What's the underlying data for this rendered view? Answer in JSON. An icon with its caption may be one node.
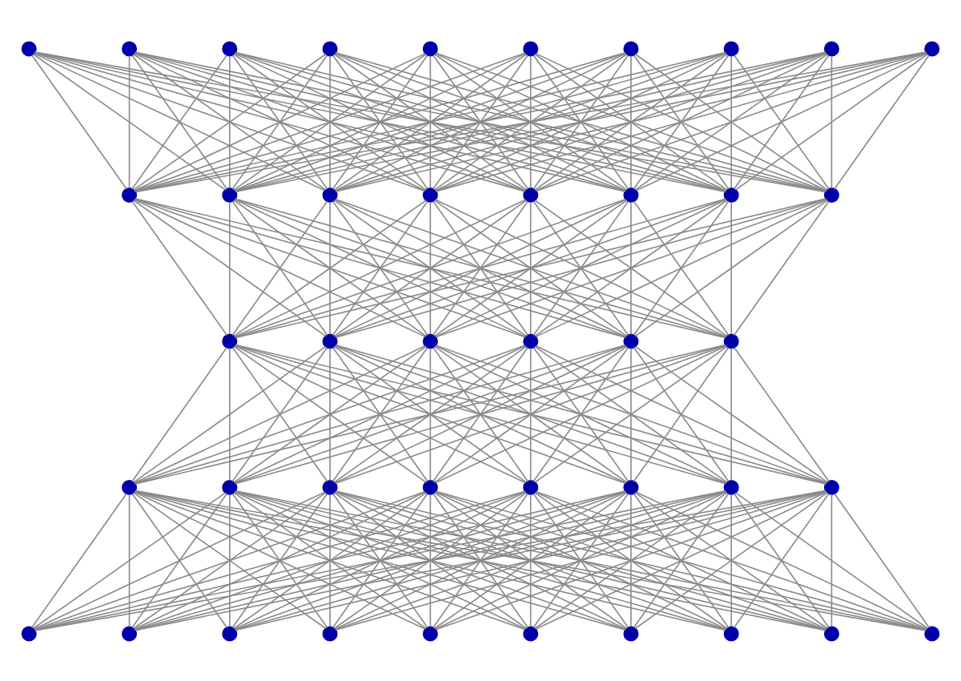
{
  "diagram": {
    "nodes": [
      {
        "text": [],
        "shape": "circle"
      },
      {
        "text": [],
        "shape": "circle"
      },
      {
        "text": [],
        "shape": "circle"
      },
      {
        "text": [],
        "shape": "circle"
      },
      {
        "text": [],
        "shape": "circle"
      },
      {
        "text": [],
        "shape": "circle"
      },
      {
        "text": [],
        "shape": "circle"
      },
      {
        "text": [],
        "shape": "circle"
      },
      {
        "text": [],
        "shape": "circle"
      },
      {
        "text": [],
        "shape": "circle"
      },
      {
        "text": [],
        "shape": "circle"
      },
      {
        "text": [],
        "shape": "circle"
      },
      {
        "text": [],
        "shape": "circle"
      },
      {
        "text": [],
        "shape": "circle"
      },
      {
        "text": [],
        "shape": "circle"
      },
      {
        "text": [],
        "shape": "circle"
      },
      {
        "text": [],
        "shape": "circle"
      },
      {
        "text": [],
        "shape": "circle"
      },
      {
        "text": [],
        "shape": "circle"
      },
      {
        "text": [],
        "shape": "circle"
      },
      {
        "text": [],
        "shape": "circle"
      },
      {
        "text": [],
        "shape": "circle"
      },
      {
        "text": [],
        "shape": "circle"
      },
      {
        "text": [],
        "shape": "circle"
      },
      {
        "text": [],
        "shape": "circle"
      },
      {
        "text": [],
        "shape": "circle"
      },
      {
        "text": [],
        "shape": "circle"
      },
      {
        "text": [],
        "shape": "circle"
      },
      {
        "text": [],
        "shape": "circle"
      },
      {
        "text": [],
        "shape": "circle"
      },
      {
        "text": [],
        "shape": "circle"
      },
      {
        "text": [],
        "shape": "circle"
      },
      {
        "text": [],
        "shape": "circle"
      },
      {
        "text": [],
        "shape": "circle"
      },
      {
        "text": [],
        "shape": "circle"
      },
      {
        "text": [],
        "shape": "circle"
      },
      {
        "text": [],
        "shape": "circle"
      },
      {
        "text": [],
        "shape": "circle"
      },
      {
        "text": [],
        "shape": "circle"
      },
      {
        "text": [],
        "shape": "circle"
      },
      {
        "text": [],
        "shape": "circle"
      },
      {
        "text": [],
        "shape": "circle"
      }
    ],
    "edges": [
      {
        "from": 0,
        "to": 10,
        "arrow": "none"
      },
      {
        "from": 0,
        "to": 11,
        "arrow": "none"
      },
      {
        "from": 0,
        "to": 12,
        "arrow": "none"
      },
      {
        "from": 0,
        "to": 13,
        "arrow": "none"
      },
      {
        "from": 0,
        "to": 14,
        "arrow": "none"
      },
      {
        "from": 0,
        "to": 15,
        "arrow": "none"
      },
      {
        "from": 0,
        "to": 16,
        "arrow": "none"
      },
      {
        "from": 0,
        "to": 17,
        "arrow": "none"
      },
      {
        "from": 1,
        "to": 10,
        "arrow": "none"
      },
      {
        "from": 1,
        "to": 11,
        "arrow": "none"
      },
      {
        "from": 1,
        "to": 12,
        "arrow": "none"
      },
      {
        "from": 1,
        "to": 13,
        "arrow": "none"
      },
      {
        "from": 1,
        "to": 14,
        "arrow": "none"
      },
      {
        "from": 1,
        "to": 15,
        "arrow": "none"
      },
      {
        "from": 1,
        "to": 16,
        "arrow": "none"
      },
      {
        "from": 1,
        "to": 17,
        "arrow": "none"
      },
      {
        "from": 2,
        "to": 10,
        "arrow": "none"
      },
      {
        "from": 2,
        "to": 11,
        "arrow": "none"
      },
      {
        "from": 2,
        "to": 12,
        "arrow": "none"
      },
      {
        "from": 2,
        "to": 13,
        "arrow": "none"
      },
      {
        "from": 2,
        "to": 14,
        "arrow": "none"
      },
      {
        "from": 2,
        "to": 15,
        "arrow": "none"
      },
      {
        "from": 2,
        "to": 16,
        "arrow": "none"
      },
      {
        "from": 2,
        "to": 17,
        "arrow": "none"
      },
      {
        "from": 3,
        "to": 10,
        "arrow": "none"
      },
      {
        "from": 3,
        "to": 11,
        "arrow": "none"
      },
      {
        "from": 3,
        "to": 12,
        "arrow": "none"
      },
      {
        "from": 3,
        "to": 13,
        "arrow": "none"
      },
      {
        "from": 3,
        "to": 14,
        "arrow": "none"
      },
      {
        "from": 3,
        "to": 15,
        "arrow": "none"
      },
      {
        "from": 3,
        "to": 16,
        "arrow": "none"
      },
      {
        "from": 3,
        "to": 17,
        "arrow": "none"
      },
      {
        "from": 4,
        "to": 10,
        "arrow": "none"
      },
      {
        "from": 4,
        "to": 11,
        "arrow": "none"
      },
      {
        "from": 4,
        "to": 12,
        "arrow": "none"
      },
      {
        "from": 4,
        "to": 13,
        "arrow": "none"
      },
      {
        "from": 4,
        "to": 14,
        "arrow": "none"
      },
      {
        "from": 4,
        "to": 15,
        "arrow": "none"
      },
      {
        "from": 4,
        "to": 16,
        "arrow": "none"
      },
      {
        "from": 4,
        "to": 17,
        "arrow": "none"
      },
      {
        "from": 5,
        "to": 10,
        "arrow": "none"
      },
      {
        "from": 5,
        "to": 11,
        "arrow": "none"
      },
      {
        "from": 5,
        "to": 12,
        "arrow": "none"
      },
      {
        "from": 5,
        "to": 13,
        "arrow": "none"
      },
      {
        "from": 5,
        "to": 14,
        "arrow": "none"
      },
      {
        "from": 5,
        "to": 15,
        "arrow": "none"
      },
      {
        "from": 5,
        "to": 16,
        "arrow": "none"
      },
      {
        "from": 5,
        "to": 17,
        "arrow": "none"
      },
      {
        "from": 6,
        "to": 10,
        "arrow": "none"
      },
      {
        "from": 6,
        "to": 11,
        "arrow": "none"
      },
      {
        "from": 6,
        "to": 12,
        "arrow": "none"
      },
      {
        "from": 6,
        "to": 13,
        "arrow": "none"
      },
      {
        "from": 6,
        "to": 14,
        "arrow": "none"
      },
      {
        "from": 6,
        "to": 15,
        "arrow": "none"
      },
      {
        "from": 6,
        "to": 16,
        "arrow": "none"
      },
      {
        "from": 6,
        "to": 17,
        "arrow": "none"
      },
      {
        "from": 7,
        "to": 10,
        "arrow": "none"
      },
      {
        "from": 7,
        "to": 11,
        "arrow": "none"
      },
      {
        "from": 7,
        "to": 12,
        "arrow": "none"
      },
      {
        "from": 7,
        "to": 13,
        "arrow": "none"
      },
      {
        "from": 7,
        "to": 14,
        "arrow": "none"
      },
      {
        "from": 7,
        "to": 15,
        "arrow": "none"
      },
      {
        "from": 7,
        "to": 16,
        "arrow": "none"
      },
      {
        "from": 7,
        "to": 17,
        "arrow": "none"
      },
      {
        "from": 8,
        "to": 10,
        "arrow": "none"
      },
      {
        "from": 8,
        "to": 11,
        "arrow": "none"
      },
      {
        "from": 8,
        "to": 12,
        "arrow": "none"
      },
      {
        "from": 8,
        "to": 13,
        "arrow": "none"
      },
      {
        "from": 8,
        "to": 14,
        "arrow": "none"
      },
      {
        "from": 8,
        "to": 15,
        "arrow": "none"
      },
      {
        "from": 8,
        "to": 16,
        "arrow": "none"
      },
      {
        "from": 8,
        "to": 17,
        "arrow": "none"
      },
      {
        "from": 9,
        "to": 10,
        "arrow": "none"
      },
      {
        "from": 9,
        "to": 11,
        "arrow": "none"
      },
      {
        "from": 9,
        "to": 12,
        "arrow": "none"
      },
      {
        "from": 9,
        "to": 13,
        "arrow": "none"
      },
      {
        "from": 9,
        "to": 14,
        "arrow": "none"
      },
      {
        "from": 9,
        "to": 15,
        "arrow": "none"
      },
      {
        "from": 9,
        "to": 16,
        "arrow": "none"
      },
      {
        "from": 9,
        "to": 17,
        "arrow": "none"
      },
      {
        "from": 10,
        "to": 18,
        "arrow": "none"
      },
      {
        "from": 10,
        "to": 19,
        "arrow": "none"
      },
      {
        "from": 10,
        "to": 20,
        "arrow": "none"
      },
      {
        "from": 10,
        "to": 21,
        "arrow": "none"
      },
      {
        "from": 10,
        "to": 22,
        "arrow": "none"
      },
      {
        "from": 10,
        "to": 23,
        "arrow": "none"
      },
      {
        "from": 11,
        "to": 18,
        "arrow": "none"
      },
      {
        "from": 11,
        "to": 19,
        "arrow": "none"
      },
      {
        "from": 11,
        "to": 20,
        "arrow": "none"
      },
      {
        "from": 11,
        "to": 21,
        "arrow": "none"
      },
      {
        "from": 11,
        "to": 22,
        "arrow": "none"
      },
      {
        "from": 11,
        "to": 23,
        "arrow": "none"
      },
      {
        "from": 12,
        "to": 18,
        "arrow": "none"
      },
      {
        "from": 12,
        "to": 19,
        "arrow": "none"
      },
      {
        "from": 12,
        "to": 20,
        "arrow": "none"
      },
      {
        "from": 12,
        "to": 21,
        "arrow": "none"
      },
      {
        "from": 12,
        "to": 22,
        "arrow": "none"
      },
      {
        "from": 12,
        "to": 23,
        "arrow": "none"
      },
      {
        "from": 13,
        "to": 18,
        "arrow": "none"
      },
      {
        "from": 13,
        "to": 19,
        "arrow": "none"
      },
      {
        "from": 13,
        "to": 20,
        "arrow": "none"
      },
      {
        "from": 13,
        "to": 21,
        "arrow": "none"
      },
      {
        "from": 13,
        "to": 22,
        "arrow": "none"
      },
      {
        "from": 13,
        "to": 23,
        "arrow": "none"
      },
      {
        "from": 14,
        "to": 18,
        "arrow": "none"
      },
      {
        "from": 14,
        "to": 19,
        "arrow": "none"
      },
      {
        "from": 14,
        "to": 20,
        "arrow": "none"
      },
      {
        "from": 14,
        "to": 21,
        "arrow": "none"
      },
      {
        "from": 14,
        "to": 22,
        "arrow": "none"
      },
      {
        "from": 14,
        "to": 23,
        "arrow": "none"
      },
      {
        "from": 15,
        "to": 18,
        "arrow": "none"
      },
      {
        "from": 15,
        "to": 19,
        "arrow": "none"
      },
      {
        "from": 15,
        "to": 20,
        "arrow": "none"
      },
      {
        "from": 15,
        "to": 21,
        "arrow": "none"
      },
      {
        "from": 15,
        "to": 22,
        "arrow": "none"
      },
      {
        "from": 15,
        "to": 23,
        "arrow": "none"
      },
      {
        "from": 16,
        "to": 18,
        "arrow": "none"
      },
      {
        "from": 16,
        "to": 19,
        "arrow": "none"
      },
      {
        "from": 16,
        "to": 20,
        "arrow": "none"
      },
      {
        "from": 16,
        "to": 21,
        "arrow": "none"
      },
      {
        "from": 16,
        "to": 22,
        "arrow": "none"
      },
      {
        "from": 16,
        "to": 23,
        "arrow": "none"
      },
      {
        "from": 17,
        "to": 18,
        "arrow": "none"
      },
      {
        "from": 17,
        "to": 19,
        "arrow": "none"
      },
      {
        "from": 17,
        "to": 20,
        "arrow": "none"
      },
      {
        "from": 17,
        "to": 21,
        "arrow": "none"
      },
      {
        "from": 17,
        "to": 22,
        "arrow": "none"
      },
      {
        "from": 17,
        "to": 23,
        "arrow": "none"
      },
      {
        "from": 18,
        "to": 24,
        "arrow": "none"
      },
      {
        "from": 18,
        "to": 25,
        "arrow": "none"
      },
      {
        "from": 18,
        "to": 26,
        "arrow": "none"
      },
      {
        "from": 18,
        "to": 27,
        "arrow": "none"
      },
      {
        "from": 18,
        "to": 28,
        "arrow": "none"
      },
      {
        "from": 18,
        "to": 29,
        "arrow": "none"
      },
      {
        "from": 18,
        "to": 30,
        "arrow": "none"
      },
      {
        "from": 18,
        "to": 31,
        "arrow": "none"
      },
      {
        "from": 19,
        "to": 24,
        "arrow": "none"
      },
      {
        "from": 19,
        "to": 25,
        "arrow": "none"
      },
      {
        "from": 19,
        "to": 26,
        "arrow": "none"
      },
      {
        "from": 19,
        "to": 27,
        "arrow": "none"
      },
      {
        "from": 19,
        "to": 28,
        "arrow": "none"
      },
      {
        "from": 19,
        "to": 29,
        "arrow": "none"
      },
      {
        "from": 19,
        "to": 30,
        "arrow": "none"
      },
      {
        "from": 19,
        "to": 31,
        "arrow": "none"
      },
      {
        "from": 20,
        "to": 24,
        "arrow": "none"
      },
      {
        "from": 20,
        "to": 25,
        "arrow": "none"
      },
      {
        "from": 20,
        "to": 26,
        "arrow": "none"
      },
      {
        "from": 20,
        "to": 27,
        "arrow": "none"
      },
      {
        "from": 20,
        "to": 28,
        "arrow": "none"
      },
      {
        "from": 20,
        "to": 29,
        "arrow": "none"
      },
      {
        "from": 20,
        "to": 30,
        "arrow": "none"
      },
      {
        "from": 20,
        "to": 31,
        "arrow": "none"
      },
      {
        "from": 21,
        "to": 24,
        "arrow": "none"
      },
      {
        "from": 21,
        "to": 25,
        "arrow": "none"
      },
      {
        "from": 21,
        "to": 26,
        "arrow": "none"
      },
      {
        "from": 21,
        "to": 27,
        "arrow": "none"
      },
      {
        "from": 21,
        "to": 28,
        "arrow": "none"
      },
      {
        "from": 21,
        "to": 29,
        "arrow": "none"
      },
      {
        "from": 21,
        "to": 30,
        "arrow": "none"
      },
      {
        "from": 21,
        "to": 31,
        "arrow": "none"
      },
      {
        "from": 22,
        "to": 24,
        "arrow": "none"
      },
      {
        "from": 22,
        "to": 25,
        "arrow": "none"
      },
      {
        "from": 22,
        "to": 26,
        "arrow": "none"
      },
      {
        "from": 22,
        "to": 27,
        "arrow": "none"
      },
      {
        "from": 22,
        "to": 28,
        "arrow": "none"
      },
      {
        "from": 22,
        "to": 29,
        "arrow": "none"
      },
      {
        "from": 22,
        "to": 30,
        "arrow": "none"
      },
      {
        "from": 22,
        "to": 31,
        "arrow": "none"
      },
      {
        "from": 23,
        "to": 24,
        "arrow": "none"
      },
      {
        "from": 23,
        "to": 25,
        "arrow": "none"
      },
      {
        "from": 23,
        "to": 26,
        "arrow": "none"
      },
      {
        "from": 23,
        "to": 27,
        "arrow": "none"
      },
      {
        "from": 23,
        "to": 28,
        "arrow": "none"
      },
      {
        "from": 23,
        "to": 29,
        "arrow": "none"
      },
      {
        "from": 23,
        "to": 30,
        "arrow": "none"
      },
      {
        "from": 23,
        "to": 31,
        "arrow": "none"
      },
      {
        "from": 24,
        "to": 32,
        "arrow": "none"
      },
      {
        "from": 24,
        "to": 33,
        "arrow": "none"
      },
      {
        "from": 24,
        "to": 34,
        "arrow": "none"
      },
      {
        "from": 24,
        "to": 35,
        "arrow": "none"
      },
      {
        "from": 24,
        "to": 36,
        "arrow": "none"
      },
      {
        "from": 24,
        "to": 37,
        "arrow": "none"
      },
      {
        "from": 24,
        "to": 38,
        "arrow": "none"
      },
      {
        "from": 24,
        "to": 39,
        "arrow": "none"
      },
      {
        "from": 24,
        "to": 40,
        "arrow": "none"
      },
      {
        "from": 24,
        "to": 41,
        "arrow": "none"
      },
      {
        "from": 25,
        "to": 32,
        "arrow": "none"
      },
      {
        "from": 25,
        "to": 33,
        "arrow": "none"
      },
      {
        "from": 25,
        "to": 34,
        "arrow": "none"
      },
      {
        "from": 25,
        "to": 35,
        "arrow": "none"
      },
      {
        "from": 25,
        "to": 36,
        "arrow": "none"
      },
      {
        "from": 25,
        "to": 37,
        "arrow": "none"
      },
      {
        "from": 25,
        "to": 38,
        "arrow": "none"
      },
      {
        "from": 25,
        "to": 39,
        "arrow": "none"
      },
      {
        "from": 25,
        "to": 40,
        "arrow": "none"
      },
      {
        "from": 25,
        "to": 41,
        "arrow": "none"
      },
      {
        "from": 26,
        "to": 32,
        "arrow": "none"
      },
      {
        "from": 26,
        "to": 33,
        "arrow": "none"
      },
      {
        "from": 26,
        "to": 34,
        "arrow": "none"
      },
      {
        "from": 26,
        "to": 35,
        "arrow": "none"
      },
      {
        "from": 26,
        "to": 36,
        "arrow": "none"
      },
      {
        "from": 26,
        "to": 37,
        "arrow": "none"
      },
      {
        "from": 26,
        "to": 38,
        "arrow": "none"
      },
      {
        "from": 26,
        "to": 39,
        "arrow": "none"
      },
      {
        "from": 26,
        "to": 40,
        "arrow": "none"
      },
      {
        "from": 26,
        "to": 41,
        "arrow": "none"
      },
      {
        "from": 27,
        "to": 32,
        "arrow": "none"
      },
      {
        "from": 27,
        "to": 33,
        "arrow": "none"
      },
      {
        "from": 27,
        "to": 34,
        "arrow": "none"
      },
      {
        "from": 27,
        "to": 35,
        "arrow": "none"
      },
      {
        "from": 27,
        "to": 36,
        "arrow": "none"
      },
      {
        "from": 27,
        "to": 37,
        "arrow": "none"
      },
      {
        "from": 27,
        "to": 38,
        "arrow": "none"
      },
      {
        "from": 27,
        "to": 39,
        "arrow": "none"
      },
      {
        "from": 27,
        "to": 40,
        "arrow": "none"
      },
      {
        "from": 27,
        "to": 41,
        "arrow": "none"
      },
      {
        "from": 28,
        "to": 32,
        "arrow": "none"
      },
      {
        "from": 28,
        "to": 33,
        "arrow": "none"
      },
      {
        "from": 28,
        "to": 34,
        "arrow": "none"
      },
      {
        "from": 28,
        "to": 35,
        "arrow": "none"
      },
      {
        "from": 28,
        "to": 36,
        "arrow": "none"
      },
      {
        "from": 28,
        "to": 37,
        "arrow": "none"
      },
      {
        "from": 28,
        "to": 38,
        "arrow": "none"
      },
      {
        "from": 28,
        "to": 39,
        "arrow": "none"
      },
      {
        "from": 28,
        "to": 40,
        "arrow": "none"
      },
      {
        "from": 28,
        "to": 41,
        "arrow": "none"
      },
      {
        "from": 29,
        "to": 32,
        "arrow": "none"
      },
      {
        "from": 29,
        "to": 33,
        "arrow": "none"
      },
      {
        "from": 29,
        "to": 34,
        "arrow": "none"
      },
      {
        "from": 29,
        "to": 35,
        "arrow": "none"
      },
      {
        "from": 29,
        "to": 36,
        "arrow": "none"
      },
      {
        "from": 29,
        "to": 37,
        "arrow": "none"
      },
      {
        "from": 29,
        "to": 38,
        "arrow": "none"
      },
      {
        "from": 29,
        "to": 39,
        "arrow": "none"
      },
      {
        "from": 29,
        "to": 40,
        "arrow": "none"
      },
      {
        "from": 29,
        "to": 41,
        "arrow": "none"
      },
      {
        "from": 30,
        "to": 32,
        "arrow": "none"
      },
      {
        "from": 30,
        "to": 33,
        "arrow": "none"
      },
      {
        "from": 30,
        "to": 34,
        "arrow": "none"
      },
      {
        "from": 30,
        "to": 35,
        "arrow": "none"
      },
      {
        "from": 30,
        "to": 36,
        "arrow": "none"
      },
      {
        "from": 30,
        "to": 37,
        "arrow": "none"
      },
      {
        "from": 30,
        "to": 38,
        "arrow": "none"
      },
      {
        "from": 30,
        "to": 39,
        "arrow": "none"
      },
      {
        "from": 30,
        "to": 40,
        "arrow": "none"
      },
      {
        "from": 30,
        "to": 41,
        "arrow": "none"
      },
      {
        "from": 31,
        "to": 32,
        "arrow": "none"
      },
      {
        "from": 31,
        "to": 33,
        "arrow": "none"
      },
      {
        "from": 31,
        "to": 34,
        "arrow": "none"
      },
      {
        "from": 31,
        "to": 35,
        "arrow": "none"
      },
      {
        "from": 31,
        "to": 36,
        "arrow": "none"
      },
      {
        "from": 31,
        "to": 37,
        "arrow": "none"
      },
      {
        "from": 31,
        "to": 38,
        "arrow": "none"
      },
      {
        "from": 31,
        "to": 39,
        "arrow": "none"
      },
      {
        "from": 31,
        "to": 40,
        "arrow": "none"
      },
      {
        "from": 31,
        "to": 41,
        "arrow": "none"
      }
    ]
  }
}
